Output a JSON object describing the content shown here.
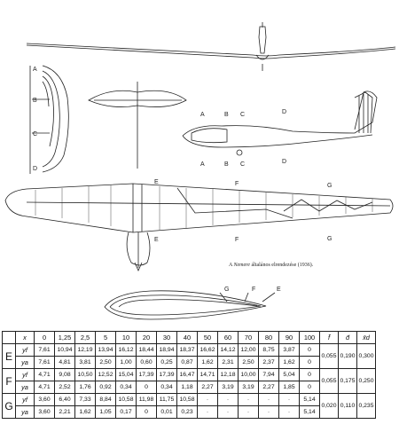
{
  "caption": {
    "prefix": "A ",
    "name": "Nemere",
    "suffix": " általános elrendezése (1936)."
  },
  "drawing_labels": {
    "front_section_marks": [
      "A",
      "B",
      "C",
      "D"
    ],
    "side_section_top": [
      "A",
      "B",
      "C",
      "D"
    ],
    "side_section_bottom": [
      "A",
      "B",
      "C",
      "D"
    ],
    "wing_stations_top": [
      "E",
      "F",
      "G"
    ],
    "wing_stations_bottom": [
      "E",
      "F",
      "G"
    ],
    "profile_labels": [
      "G",
      "F",
      "E"
    ]
  },
  "table": {
    "header_x": "x",
    "columns": [
      "0",
      "1,25",
      "2,5",
      "5",
      "10",
      "20",
      "30",
      "40",
      "50",
      "60",
      "70",
      "80",
      "90",
      "100"
    ],
    "side_headers": [
      "f̄",
      "d̄",
      "x̄d"
    ],
    "groups": [
      {
        "label": "E",
        "rows": [
          {
            "sub": "yf",
            "values": [
              "7,61",
              "10,94",
              "12,19",
              "13,94",
              "16,12",
              "18,44",
              "18,94",
              "18,37",
              "16,62",
              "14,12",
              "12,00",
              "8,75",
              "3,87",
              "0"
            ]
          },
          {
            "sub": "ya",
            "values": [
              "7,61",
              "4,81",
              "3,81",
              "2,50",
              "1,00",
              "0,60",
              "0,25",
              "0,87",
              "1,62",
              "2,31",
              "2,50",
              "2,37",
              "1,62",
              "0"
            ]
          }
        ],
        "side": [
          "0,055",
          "0,190",
          "0,300"
        ]
      },
      {
        "label": "F",
        "rows": [
          {
            "sub": "yf",
            "values": [
              "4,71",
              "9,08",
              "10,50",
              "12,52",
              "15,04",
              "17,39",
              "17,39",
              "16,47",
              "14,71",
              "12,18",
              "10,00",
              "7,94",
              "5,04",
              "0"
            ]
          },
          {
            "sub": "ya",
            "values": [
              "4,71",
              "2,52",
              "1,76",
              "0,92",
              "0,34",
              "0",
              "0,34",
              "1,18",
              "2,27",
              "3,19",
              "3,19",
              "2,27",
              "1,85",
              "0"
            ]
          }
        ],
        "side": [
          "0,055",
          "0,175",
          "0,250"
        ]
      },
      {
        "label": "G",
        "rows": [
          {
            "sub": "yf",
            "values": [
              "3,60",
              "6,40",
              "7,33",
              "8,84",
              "10,58",
              "11,98",
              "11,75",
              "10,58",
              "·",
              "·",
              "·",
              "·",
              "·",
              "5,14"
            ]
          },
          {
            "sub": "ya",
            "values": [
              "3,60",
              "2,21",
              "1,62",
              "1,05",
              "0,17",
              "0",
              "0,01",
              "0,23",
              "·",
              "·",
              "·",
              "·",
              "·",
              "5,14"
            ]
          }
        ],
        "side": [
          "0,020",
          "0,110",
          "0,235"
        ]
      }
    ]
  }
}
